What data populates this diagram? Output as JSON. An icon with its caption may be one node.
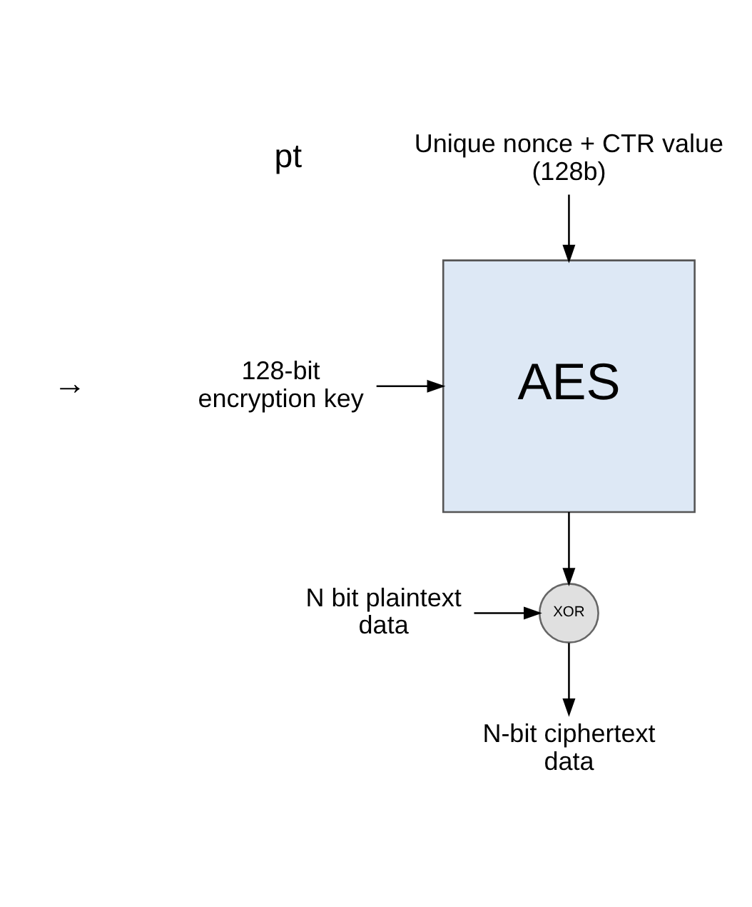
{
  "diagram": {
    "nodes": [
      {
        "text": [
          "Unique nonce + CTR value (128b)"
        ]
      },
      {
        "text": [
          "AES"
        ]
      },
      {
        "text": [
          "128-bit encryption key"
        ]
      },
      {
        "text": [
          "N bit plaintext data"
        ]
      },
      {
        "text": [
          "XOR"
        ]
      },
      {
        "text": [
          "N-bit ciphertext data"
        ]
      }
    ],
    "edges": [
      {
        "from": 0,
        "to": 1,
        "arrow": "to"
      },
      {
        "from": 2,
        "to": 1,
        "arrow": "to"
      },
      {
        "from": 1,
        "to": 4,
        "arrow": "to"
      },
      {
        "from": 3,
        "to": 4,
        "arrow": "to"
      },
      {
        "from": 4,
        "to": 5,
        "arrow": "to"
      }
    ],
    "labels": [
      "pt",
      "→"
    ]
  }
}
